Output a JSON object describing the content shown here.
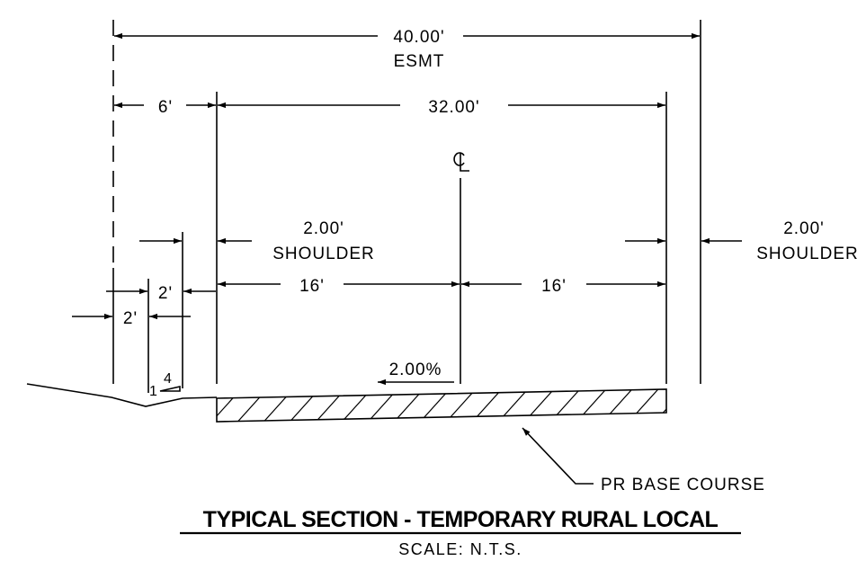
{
  "labels": {
    "esmt_width": "40.00'",
    "esmt": "ESMT",
    "left_offset": "6'",
    "roadway_width": "32.00'",
    "centerline": "CL",
    "left_shoulder_width": "2.00'",
    "left_shoulder": "SHOULDER",
    "right_shoulder_width": "2.00'",
    "right_shoulder": "SHOULDER",
    "left_lane": "16'",
    "right_lane": "16'",
    "ditch_bottom_right": "2'",
    "ditch_bottom_left": "2'",
    "slope_rise": "1",
    "slope_run": "4",
    "cross_slope": "2.00%",
    "base_course": "PR BASE COURSE"
  },
  "title": "TYPICAL SECTION - TEMPORARY RURAL LOCAL",
  "scale": "SCALE: N.T.S."
}
